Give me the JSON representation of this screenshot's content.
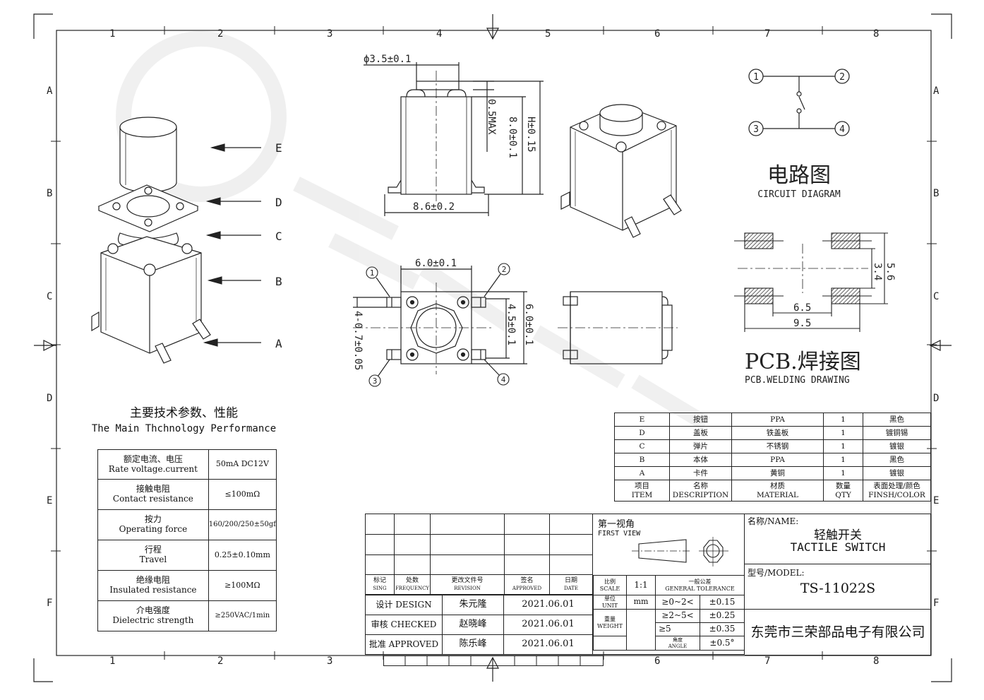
{
  "frame": {
    "col_labels": [
      "1",
      "2",
      "3",
      "4",
      "5",
      "6",
      "7",
      "8"
    ],
    "row_labels": [
      "A",
      "B",
      "C",
      "D",
      "E",
      "F"
    ]
  },
  "exploded_view": {
    "part_labels": [
      "E",
      "D",
      "C",
      "B",
      "A"
    ]
  },
  "dimensions": {
    "d1": "ϕ3.5±0.1",
    "d2": "0.5MAX",
    "d3": "8.0±0.1",
    "d4": "H±0.15",
    "d5": "8.6±0.2",
    "d6": "6.0±0.1",
    "d7": "4.5±0.1",
    "d8": "6.0±0.1",
    "d9": "4-0.7±0.05",
    "pin1": "1",
    "pin2": "2",
    "pin3": "3",
    "pin4": "4"
  },
  "circuit": {
    "pins": [
      "1",
      "2",
      "3",
      "4"
    ],
    "title_cn": "电路图",
    "title_en": "CIRCUIT DIAGRAM"
  },
  "pcb": {
    "dim_a": "5.6",
    "dim_b": "3.4",
    "dim_c": "6.5",
    "dim_d": "9.5",
    "title_cn": "PCB.焊接图",
    "title_en": "PCB.WELDING DRAWING"
  },
  "performance": {
    "title_cn": "主要技术参数、性能",
    "title_en": "The Main Thchnology Performance",
    "rows": [
      {
        "cn": "额定电流、电压",
        "en": "Rate voltage.current",
        "value": "50mA DC12V"
      },
      {
        "cn": "接触电阻",
        "en": "Contact resistance",
        "value": "≤100mΩ"
      },
      {
        "cn": "按力",
        "en": "Operating force",
        "value": "160/200/250±50gf"
      },
      {
        "cn": "行程",
        "en": "Travel",
        "value": "0.25±0.10mm"
      },
      {
        "cn": "绝缘电阻",
        "en": "Insulated resistance",
        "value": "≥100MΩ"
      },
      {
        "cn": "介电强度",
        "en": "Dielectric strength",
        "value": "≥250VAC/1min"
      }
    ]
  },
  "bom": {
    "rows": [
      [
        "E",
        "按钮",
        "PPA",
        "1",
        "黑色"
      ],
      [
        "D",
        "盖板",
        "铁盖板",
        "1",
        "镀铜锡"
      ],
      [
        "C",
        "弹片",
        "不锈钢",
        "1",
        "镀银"
      ],
      [
        "B",
        "本体",
        "PPA",
        "1",
        "黑色"
      ],
      [
        "A",
        "卡件",
        "黄铜",
        "1",
        "镀银"
      ]
    ],
    "header": [
      [
        "项目",
        "ITEM"
      ],
      [
        "名称",
        "DESCRIPTION"
      ],
      [
        "材质",
        "MATERIAL"
      ],
      [
        "数量",
        "QTY"
      ],
      [
        "表面处理/颜色",
        "FINSH/COLOR"
      ]
    ]
  },
  "title_block": {
    "rev_header": [
      [
        "标记",
        "SING"
      ],
      [
        "处数",
        "FREQUENCY"
      ],
      [
        "更改文件号",
        "REVISION"
      ],
      [
        "签名",
        "APPROVED"
      ],
      [
        "日期",
        "DATE"
      ]
    ],
    "signoffs": [
      {
        "role": "设计 DESIGN",
        "name": "朱元隆",
        "date": "2021.06.01"
      },
      {
        "role": "审核 CHECKED",
        "name": "赵晓峰",
        "date": "2021.06.01"
      },
      {
        "role": "批准 APPROVED",
        "name": "陈乐峰",
        "date": "2021.06.01"
      }
    ],
    "view_cn": "第一视角",
    "view_en": "FIRST VIEW",
    "scale_label": [
      "比例",
      "SCALE"
    ],
    "scale": "1:1",
    "unit_label": [
      "单位",
      "UNIT"
    ],
    "unit": "mm",
    "weight_label": [
      "重量",
      "WEIGHT"
    ],
    "tol_title": [
      "一般公差",
      "GENERAL TOLERANCE"
    ],
    "tolerances": [
      [
        "≥0~2<",
        "±0.15"
      ],
      [
        "≥2~5<",
        "±0.25"
      ],
      [
        "≥5",
        "±0.35"
      ]
    ],
    "angle_label": [
      "角度",
      "ANGLE"
    ],
    "angle_tol": "±0.5°",
    "name_label": "名称/NAME:",
    "name_cn": "轻触开关",
    "name_en": "TACTILE SWITCH",
    "model_label": "型号/MODEL:",
    "model": "TS-11022S",
    "company": "东莞市三荣部品电子有限公司"
  }
}
